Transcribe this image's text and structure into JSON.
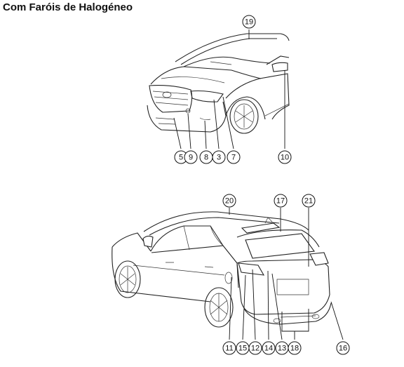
{
  "title": "Com Faróis de Halogéneo",
  "front_callouts": [
    "5",
    "9",
    "8",
    "3",
    "7",
    "10",
    "19"
  ],
  "rear_callouts": [
    "20",
    "17",
    "21",
    "11",
    "15",
    "12",
    "14",
    "13",
    "18",
    "16"
  ]
}
